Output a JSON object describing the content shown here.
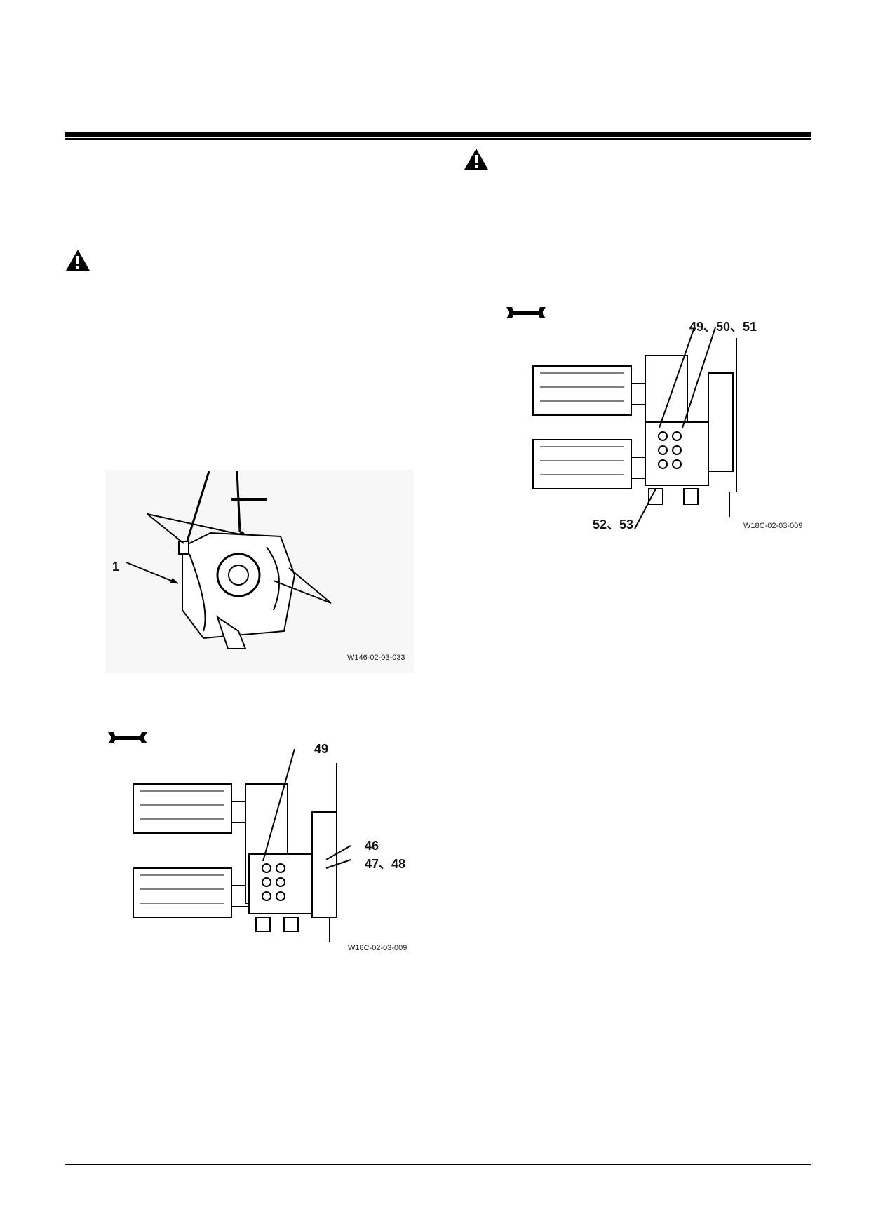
{
  "figures": {
    "sling": {
      "code": "W146-02-03-033",
      "callouts": {
        "part1": "1"
      }
    },
    "valve_left": {
      "code": "W18C-02-03-009",
      "callouts": {
        "c49": "49",
        "c46": "46",
        "c47_48": "47、48"
      }
    },
    "valve_right": {
      "code": "W18C-02-03-009",
      "callouts": {
        "c49_51": "49、50、51",
        "c52_53": "52、53"
      }
    }
  },
  "icons": {
    "warning": "warning-triangle-icon",
    "wrench": "wrench-icon"
  }
}
